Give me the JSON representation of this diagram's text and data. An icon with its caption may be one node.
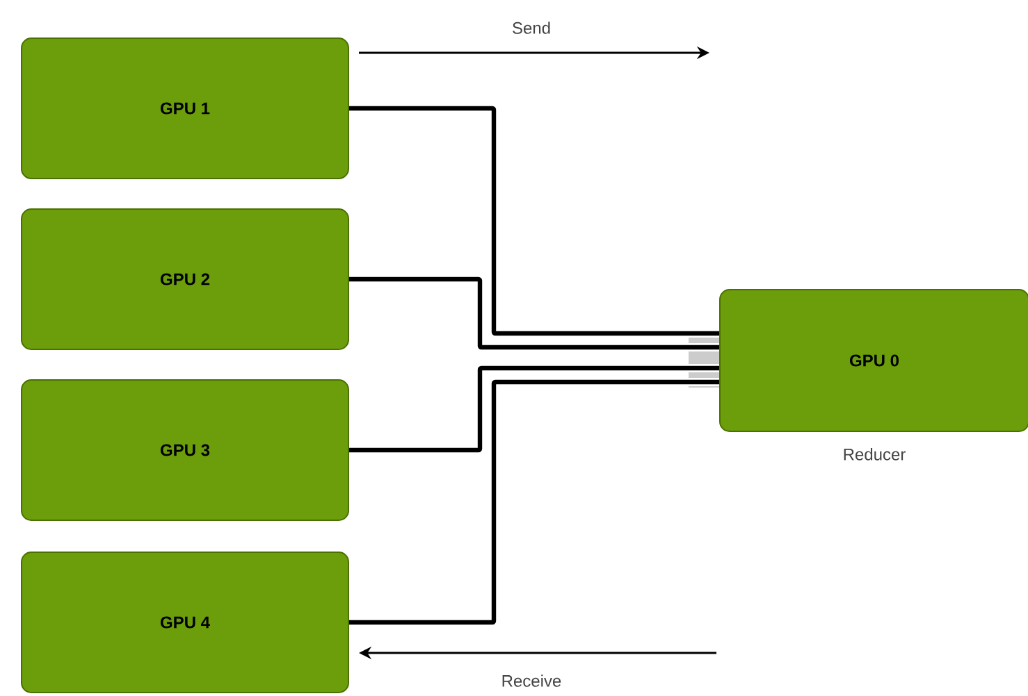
{
  "diagram": {
    "nodes": [
      {
        "text": [
          "GPU 1"
        ]
      },
      {
        "text": [
          "GPU 2"
        ]
      },
      {
        "text": [
          "GPU 3"
        ]
      },
      {
        "text": [
          "GPU 4"
        ]
      },
      {
        "text": [
          "GPU 0"
        ],
        "beside": [
          "Reducer"
        ]
      }
    ],
    "edges": [
      {
        "from": 0,
        "to": 4,
        "arrow": "none"
      },
      {
        "from": 1,
        "to": 4,
        "arrow": "none"
      },
      {
        "from": 2,
        "to": 4,
        "arrow": "none"
      },
      {
        "from": 3,
        "to": 4,
        "arrow": "none"
      }
    ],
    "labels": [
      "Send",
      "Receive"
    ]
  }
}
